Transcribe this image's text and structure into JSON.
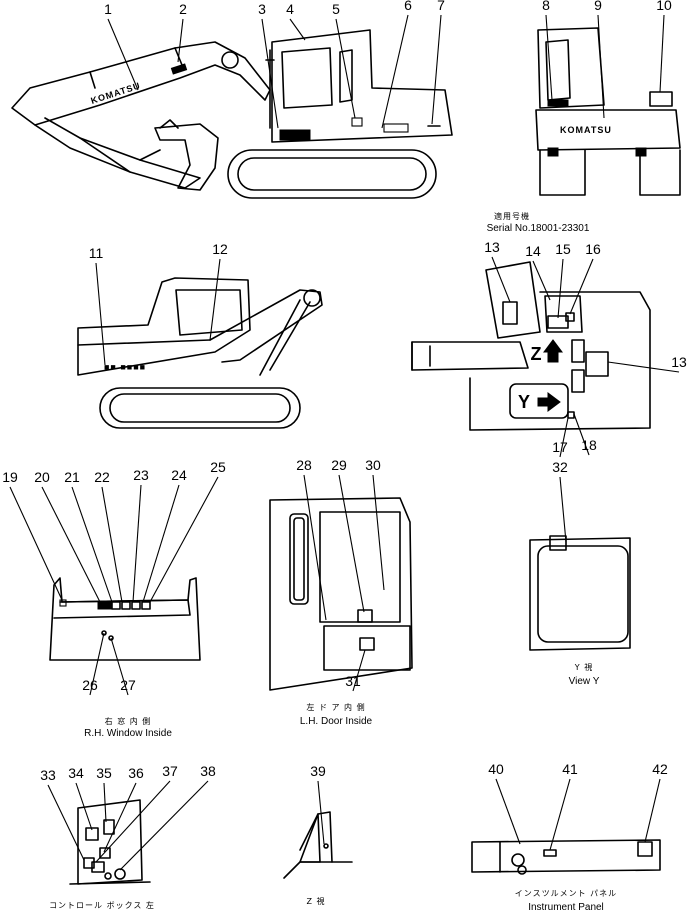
{
  "callouts": [
    "1",
    "2",
    "3",
    "4",
    "5",
    "6",
    "7",
    "8",
    "9",
    "10",
    "11",
    "12",
    "13",
    "14",
    "15",
    "16",
    "13",
    "17",
    "18",
    "19",
    "20",
    "21",
    "22",
    "23",
    "24",
    "25",
    "26",
    "27",
    "28",
    "29",
    "30",
    "31",
    "32",
    "33",
    "34",
    "35",
    "36",
    "37",
    "38",
    "39",
    "40",
    "41",
    "42"
  ],
  "serial": {
    "jp": "適用号機",
    "en": "Serial No.18001-23301"
  },
  "logo_text": "KOMATSU",
  "view_letters": {
    "z": "Z",
    "y": "Y"
  },
  "captions": {
    "rh_window": {
      "jp": "右 窓 内 側",
      "en": "R.H. Window Inside"
    },
    "lh_door": {
      "jp": "左 ド ア 内 側",
      "en": "L.H. Door Inside"
    },
    "view_y": {
      "jp": "Y 視",
      "en": "View Y"
    },
    "control_box": {
      "jp": "コントロール ボックス 左"
    },
    "view_z": {
      "jp": "Z 視"
    },
    "instrument_panel": {
      "jp": "インスツルメント パネル",
      "en": "Instrument Panel"
    }
  }
}
